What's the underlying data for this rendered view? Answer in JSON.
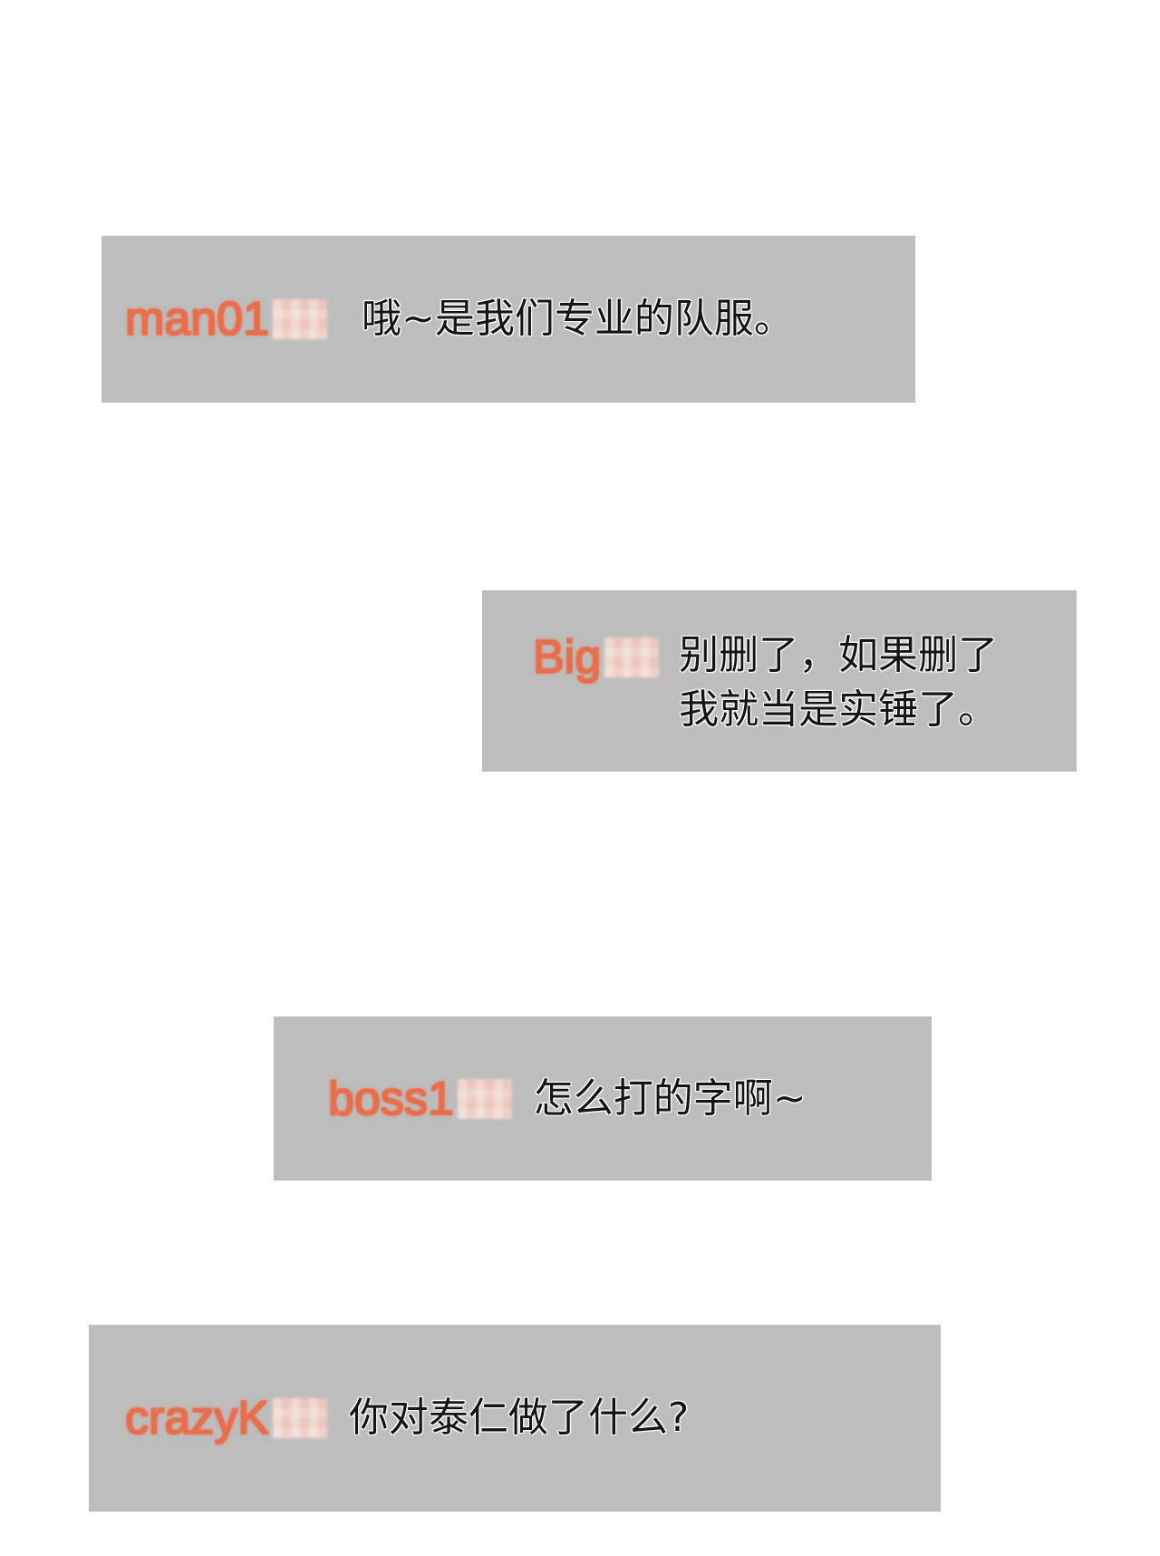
{
  "comments": [
    {
      "username": "man01",
      "message_lines": [
        "哦~是我们专业的队服。"
      ]
    },
    {
      "username": "Big",
      "message_lines": [
        "别删了，如果删了",
        "我就当是实锤了。"
      ]
    },
    {
      "username": "boss1",
      "message_lines": [
        "怎么打的字啊~"
      ]
    },
    {
      "username": "crazyK",
      "message_lines": [
        "你对泰仁做了什么?"
      ]
    }
  ],
  "colors": {
    "bubble_background": "#bdbdbd",
    "username_color": "#e36f4f",
    "message_color": "#141414",
    "page_background": "#ffffff"
  }
}
